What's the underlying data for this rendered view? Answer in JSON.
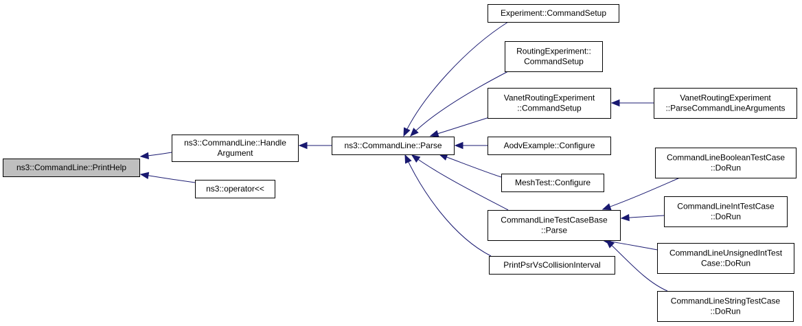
{
  "colors": {
    "edge": "#191970",
    "root_fill": "#bfbfbf",
    "node_fill": "#ffffff",
    "border": "#000000"
  },
  "nodes": [
    {
      "id": "printhelp",
      "lines": [
        "ns3::CommandLine::PrintHelp"
      ],
      "root": true
    },
    {
      "id": "handlearg",
      "lines": [
        "ns3::CommandLine::Handle",
        "Argument"
      ]
    },
    {
      "id": "operator",
      "lines": [
        "ns3::operator<<"
      ]
    },
    {
      "id": "parse",
      "lines": [
        "ns3::CommandLine::Parse"
      ]
    },
    {
      "id": "expsetup",
      "lines": [
        "Experiment::CommandSetup"
      ]
    },
    {
      "id": "routsetup",
      "lines": [
        "RoutingExperiment::",
        "CommandSetup"
      ]
    },
    {
      "id": "vanetsetup",
      "lines": [
        "VanetRoutingExperiment",
        "::CommandSetup"
      ]
    },
    {
      "id": "vanetparse",
      "lines": [
        "VanetRoutingExperiment",
        "::ParseCommandLineArguments"
      ]
    },
    {
      "id": "aodv",
      "lines": [
        "AodvExample::Configure"
      ]
    },
    {
      "id": "mesh",
      "lines": [
        "MeshTest::Configure"
      ]
    },
    {
      "id": "tcbparse",
      "lines": [
        "CommandLineTestCaseBase",
        "::Parse"
      ]
    },
    {
      "id": "printpsr",
      "lines": [
        "PrintPsrVsCollisionInterval"
      ]
    },
    {
      "id": "booltc",
      "lines": [
        "CommandLineBooleanTestCase",
        "::DoRun"
      ]
    },
    {
      "id": "inttc",
      "lines": [
        "CommandLineIntTestCase",
        "::DoRun"
      ]
    },
    {
      "id": "uinttc",
      "lines": [
        "CommandLineUnsignedIntTest",
        "Case::DoRun"
      ]
    },
    {
      "id": "strtc",
      "lines": [
        "CommandLineStringTestCase",
        "::DoRun"
      ]
    }
  ],
  "edges": [
    {
      "from": "handlearg",
      "to": "printhelp"
    },
    {
      "from": "operator",
      "to": "printhelp"
    },
    {
      "from": "parse",
      "to": "handlearg"
    },
    {
      "from": "expsetup",
      "to": "parse"
    },
    {
      "from": "routsetup",
      "to": "parse"
    },
    {
      "from": "vanetsetup",
      "to": "parse"
    },
    {
      "from": "aodv",
      "to": "parse"
    },
    {
      "from": "mesh",
      "to": "parse"
    },
    {
      "from": "tcbparse",
      "to": "parse"
    },
    {
      "from": "printpsr",
      "to": "parse"
    },
    {
      "from": "vanetparse",
      "to": "vanetsetup"
    },
    {
      "from": "booltc",
      "to": "tcbparse"
    },
    {
      "from": "inttc",
      "to": "tcbparse"
    },
    {
      "from": "uinttc",
      "to": "tcbparse"
    },
    {
      "from": "strtc",
      "to": "tcbparse"
    }
  ]
}
